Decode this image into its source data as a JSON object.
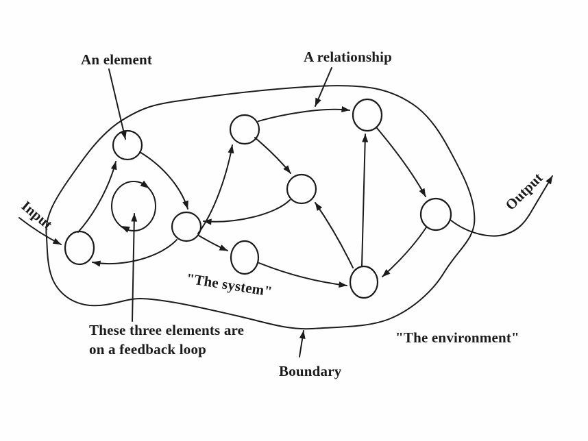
{
  "diagram": {
    "title_hint": "General model of a system: elements, relationships, boundary, environment",
    "labels": {
      "an_element": "An element",
      "a_relationship": "A relationship",
      "input": "Input",
      "output": "Output",
      "the_system": "\"The system\"",
      "feedback_note_line1": "These three elements are",
      "feedback_note_line2": "on a feedback loop",
      "boundary": "Boundary",
      "the_environment": "\"The environment\""
    },
    "colors": {
      "ink": "#1b1b1b",
      "background": "#fefefe"
    },
    "topology": {
      "nodes": [
        "element-top-left",
        "element-inflow",
        "element-hub",
        "element-upper-mid",
        "element-mid",
        "element-lower-mid",
        "element-top-right",
        "element-lower-right",
        "element-outflow"
      ],
      "feedback_loop_members": [
        "element-inflow",
        "element-top-left",
        "element-hub"
      ],
      "edges": [
        [
          "input",
          "element-inflow"
        ],
        [
          "element-inflow",
          "element-top-left"
        ],
        [
          "element-top-left",
          "element-hub"
        ],
        [
          "element-hub",
          "element-inflow"
        ],
        [
          "element-hub",
          "element-upper-mid"
        ],
        [
          "element-hub",
          "element-lower-mid"
        ],
        [
          "element-upper-mid",
          "element-mid"
        ],
        [
          "element-upper-mid",
          "element-top-right"
        ],
        [
          "element-mid",
          "element-hub"
        ],
        [
          "element-lower-mid",
          "element-lower-right"
        ],
        [
          "element-lower-right",
          "element-mid"
        ],
        [
          "element-lower-right",
          "element-top-right"
        ],
        [
          "element-top-right",
          "element-outflow"
        ],
        [
          "element-outflow",
          "element-lower-right"
        ],
        [
          "element-outflow",
          "output"
        ]
      ]
    }
  }
}
